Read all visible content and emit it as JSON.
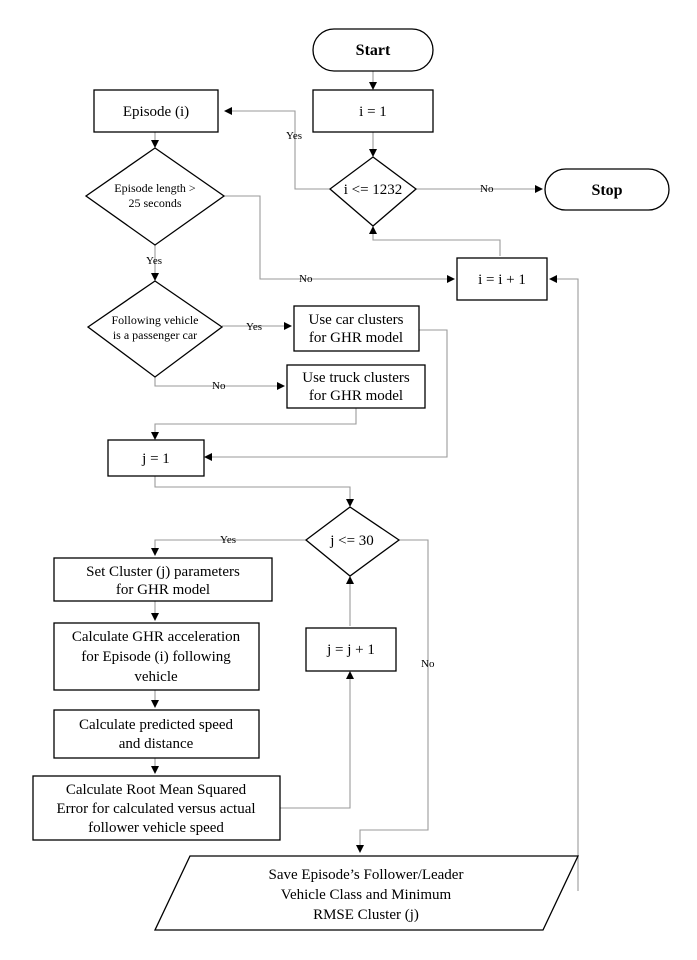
{
  "nodes": {
    "start": "Start",
    "i_init": "i = 1",
    "episode": "Episode (i)",
    "cond_i": "i <= 1232",
    "stop": "Stop",
    "cond_len": [
      "Episode length >",
      "25 seconds"
    ],
    "i_inc": "i =  i + 1",
    "cond_car": [
      "Following vehicle",
      "is a passenger car"
    ],
    "use_car": [
      "Use car clusters",
      "for GHR model"
    ],
    "use_truck": [
      "Use truck clusters",
      "for GHR model"
    ],
    "j_init": "j = 1",
    "cond_j": "j <= 30",
    "set_cluster": [
      "Set Cluster (j) parameters",
      "for GHR model"
    ],
    "calc_acc": [
      "Calculate GHR acceleration",
      "for Episode (i) following",
      "vehicle"
    ],
    "j_inc": "j =  j + 1",
    "calc_speed": [
      "Calculate predicted speed",
      "and distance"
    ],
    "calc_rmse": [
      "Calculate Root Mean Squared",
      "Error for calculated versus actual",
      "follower vehicle speed"
    ],
    "save": [
      "Save Episode’s Follower/Leader",
      "Vehicle Class and Minimum",
      "RMSE Cluster (j)"
    ]
  },
  "edges": {
    "yes_i": "Yes",
    "no_i": "No",
    "yes_len": "Yes",
    "no_len": "No",
    "yes_car": "Yes",
    "no_car": "No",
    "yes_j": "Yes",
    "no_j": "No"
  }
}
